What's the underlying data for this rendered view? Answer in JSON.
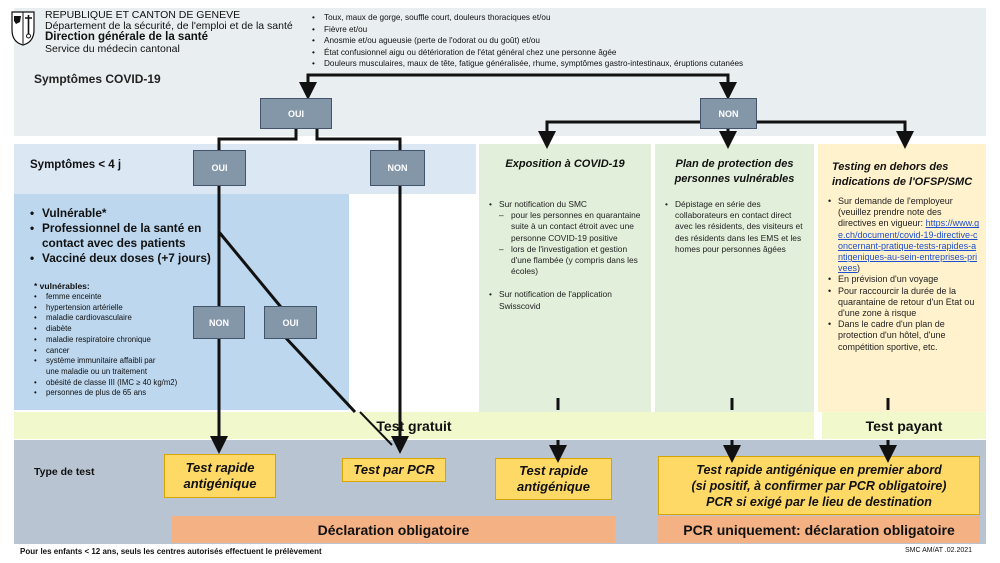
{
  "header": {
    "line1": "REPUBLIQUE ET CANTON DE GENEVE",
    "line2": "Département de la sécurité, de l'emploi et de la santé",
    "line3": "Direction générale de la santé",
    "line4": "Service du médecin cantonal"
  },
  "symptoms": {
    "items": [
      "Toux, maux de gorge, souffle court, douleurs thoraciques et/ou",
      "Fièvre et/ou",
      "Anosmie et/ou agueusie (perte de l'odorat ou du goût) et/ou",
      "État confusionnel aigu ou détérioration de l'état général chez une personne âgée",
      "Douleurs musculaires, maux de tête, fatigue généralisée, rhume, symptômes gastro-intestinaux, éruptions cutanées"
    ],
    "title": "Symptômes COVID-19"
  },
  "decisions": {
    "oui_top": "OUI",
    "non_top": "NON",
    "sym4": "Symptômes < 4 j",
    "oui_mid": "OUI",
    "non_mid": "NON",
    "non_low": "NON",
    "oui_low": "OUI"
  },
  "vulnerable": {
    "criteria": [
      "Vulnérable*",
      "Professionnel de la santé en",
      "contact avec des patients",
      "Vacciné deux doses (+7 jours)"
    ],
    "title": "* vulnérables:",
    "items": [
      "femme enceinte",
      "hypertension artérielle",
      "maladie cardiovasculaire",
      "diabète",
      "maladie respiratoire chronique",
      "cancer",
      "système immunitaire affaibli par",
      "une maladie ou un traitement",
      "obésité de classe III (IMC ≥ 40 kg/m2)",
      "personnes de plus de 65 ans"
    ]
  },
  "exposition": {
    "title": "Exposition à COVID-19",
    "b1": "Sur notification du SMC",
    "d1": "pour les personnes en quarantaine suite à un contact étroit avec une personne COVID-19 positive",
    "d2": "lors de l'investigation et gestion d'une flambée (y compris dans les écoles)",
    "b2": "Sur notification de l'application Swisscovid"
  },
  "protection": {
    "title": "Plan de protection des personnes vulnérables",
    "b1": "Dépistage en série des collaborateurs en contact direct avec les résidents, des visiteurs et des résidents dans les EMS et les homes pour personnes âgées"
  },
  "testing_ofsp": {
    "title": "Testing en dehors des indications de l'OFSP/SMC",
    "b1": "Sur demande de l'employeur (veuillez prendre note des directives en vigueur:",
    "link": "https://www.ge.ch/document/covid-19-directive-concernant-pratique-tests-rapides-antigeniques-au-sein-entreprises-privees",
    "b1_end": ")",
    "b2": "En prévision d'un voyage",
    "b3": "Pour raccourcir la durée de la quarantaine de retour d'un Etat ou d'une zone à risque",
    "b4": "Dans le cadre d'un plan de protection d'un hôtel, d'une compétition sportive, etc."
  },
  "bands": {
    "gratuit": "Test gratuit",
    "payant": "Test payant"
  },
  "tests": {
    "label": "Type de test",
    "t1": "Test rapide antigénique",
    "t2": "Test par PCR",
    "t3": "Test rapide antigénique",
    "t4a": "Test rapide antigénique en premier abord",
    "t4b": "(si positif, à confirmer par PCR obligatoire)",
    "t4c": "PCR si exigé par le lieu de destination"
  },
  "declarations": {
    "d1": "Déclaration obligatoire",
    "d2": "PCR uniquement: déclaration obligatoire"
  },
  "footer": {
    "note": "Pour les enfants < 12 ans, seuls les centres autorisés effectuent le prélèvement",
    "ref": "SMC AM/AT .02.2021"
  },
  "colors": {
    "decision_box": "#8497a9",
    "blue_panel": "#bdd7ee",
    "green_panel": "#e2efda",
    "yellow_panel": "#fff2cc",
    "test_box": "#fed966",
    "declaration": "#f4b183"
  }
}
